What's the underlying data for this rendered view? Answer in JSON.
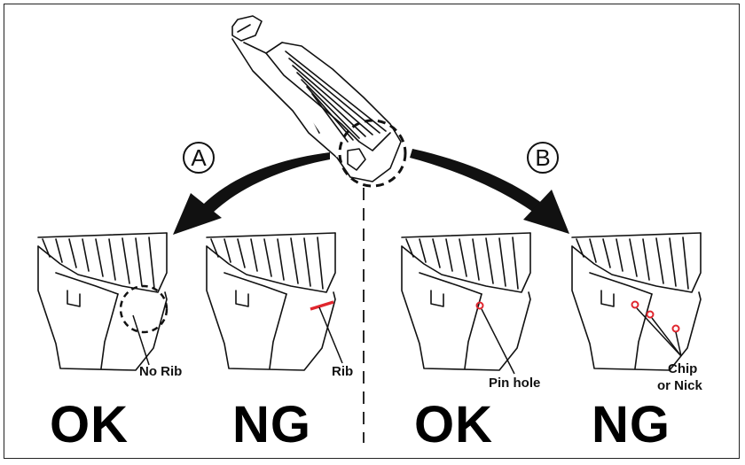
{
  "markers": {
    "a": "A",
    "b": "B"
  },
  "callouts": {
    "no_rib": "No Rib",
    "rib": "Rib",
    "pin_hole": "Pin hole",
    "chip_line1": "Chip",
    "chip_line2": "or Nick"
  },
  "verdicts": {
    "a_ok": "OK",
    "a_ng": "NG",
    "b_ok": "OK",
    "b_ng": "NG"
  },
  "colors": {
    "defect": "#e0262e",
    "line": "#111111"
  }
}
